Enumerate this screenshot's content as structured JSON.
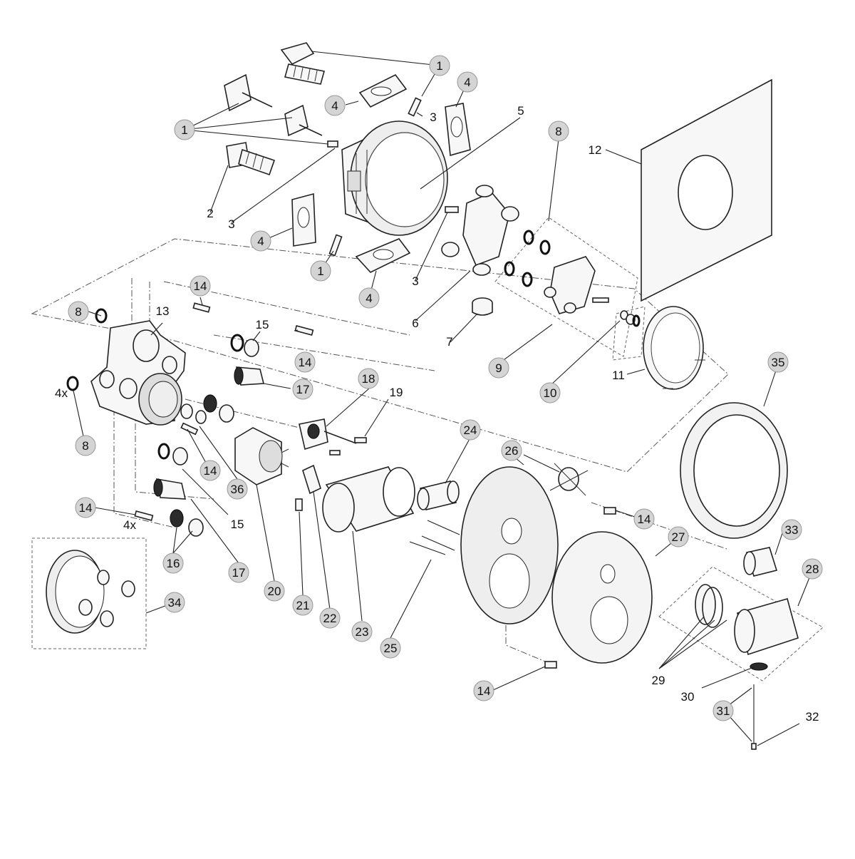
{
  "callouts": [
    {
      "id": "c1a",
      "text": "1",
      "shape": "circle"
    },
    {
      "id": "c1b",
      "text": "1",
      "shape": "circle"
    },
    {
      "id": "c1c",
      "text": "1",
      "shape": "circle"
    },
    {
      "id": "c2",
      "text": "2",
      "shape": "plain"
    },
    {
      "id": "c3a",
      "text": "3",
      "shape": "plain"
    },
    {
      "id": "c3b",
      "text": "3",
      "shape": "plain"
    },
    {
      "id": "c3c",
      "text": "3",
      "shape": "plain"
    },
    {
      "id": "c4a",
      "text": "4",
      "shape": "circle"
    },
    {
      "id": "c4b",
      "text": "4",
      "shape": "circle"
    },
    {
      "id": "c4c",
      "text": "4",
      "shape": "circle"
    },
    {
      "id": "c4d",
      "text": "4",
      "shape": "circle"
    },
    {
      "id": "c5",
      "text": "5",
      "shape": "plain"
    },
    {
      "id": "c6",
      "text": "6",
      "shape": "plain"
    },
    {
      "id": "c7",
      "text": "7",
      "shape": "plain"
    },
    {
      "id": "c8a",
      "text": "8",
      "shape": "circle"
    },
    {
      "id": "c8b",
      "text": "8",
      "shape": "circle"
    },
    {
      "id": "c8c",
      "text": "8",
      "shape": "circle"
    },
    {
      "id": "c9",
      "text": "9",
      "shape": "circle"
    },
    {
      "id": "c10",
      "text": "10",
      "shape": "circle"
    },
    {
      "id": "c11",
      "text": "11",
      "shape": "plain"
    },
    {
      "id": "c12",
      "text": "12",
      "shape": "plain"
    },
    {
      "id": "c13",
      "text": "13",
      "shape": "plain"
    },
    {
      "id": "c14a",
      "text": "14",
      "shape": "circle"
    },
    {
      "id": "c14b",
      "text": "14",
      "shape": "circle"
    },
    {
      "id": "c14c",
      "text": "14",
      "shape": "circle"
    },
    {
      "id": "c14d",
      "text": "14",
      "shape": "circle"
    },
    {
      "id": "c14e",
      "text": "14",
      "shape": "circle"
    },
    {
      "id": "c14f",
      "text": "14",
      "shape": "circle"
    },
    {
      "id": "c15a",
      "text": "15",
      "shape": "plain"
    },
    {
      "id": "c15b",
      "text": "15",
      "shape": "plain"
    },
    {
      "id": "c16",
      "text": "16",
      "shape": "circle"
    },
    {
      "id": "c17a",
      "text": "17",
      "shape": "circle"
    },
    {
      "id": "c17b",
      "text": "17",
      "shape": "circle"
    },
    {
      "id": "c18",
      "text": "18",
      "shape": "circle"
    },
    {
      "id": "c19",
      "text": "19",
      "shape": "plain"
    },
    {
      "id": "c20",
      "text": "20",
      "shape": "circle"
    },
    {
      "id": "c21",
      "text": "21",
      "shape": "circle"
    },
    {
      "id": "c22",
      "text": "22",
      "shape": "circle"
    },
    {
      "id": "c23",
      "text": "23",
      "shape": "circle"
    },
    {
      "id": "c24",
      "text": "24",
      "shape": "circle"
    },
    {
      "id": "c25",
      "text": "25",
      "shape": "circle"
    },
    {
      "id": "c26",
      "text": "26",
      "shape": "circle"
    },
    {
      "id": "c27",
      "text": "27",
      "shape": "circle"
    },
    {
      "id": "c28",
      "text": "28",
      "shape": "circle"
    },
    {
      "id": "c29",
      "text": "29",
      "shape": "plain"
    },
    {
      "id": "c30",
      "text": "30",
      "shape": "plain"
    },
    {
      "id": "c31",
      "text": "31",
      "shape": "circle"
    },
    {
      "id": "c32",
      "text": "32",
      "shape": "plain"
    },
    {
      "id": "c33",
      "text": "33",
      "shape": "circle"
    },
    {
      "id": "c34",
      "text": "34",
      "shape": "circle"
    },
    {
      "id": "c35",
      "text": "35",
      "shape": "circle"
    },
    {
      "id": "c36",
      "text": "36",
      "shape": "circle"
    }
  ],
  "quantity_notes": [
    {
      "id": "q1",
      "text": "4x"
    },
    {
      "id": "q2",
      "text": "4x"
    }
  ]
}
